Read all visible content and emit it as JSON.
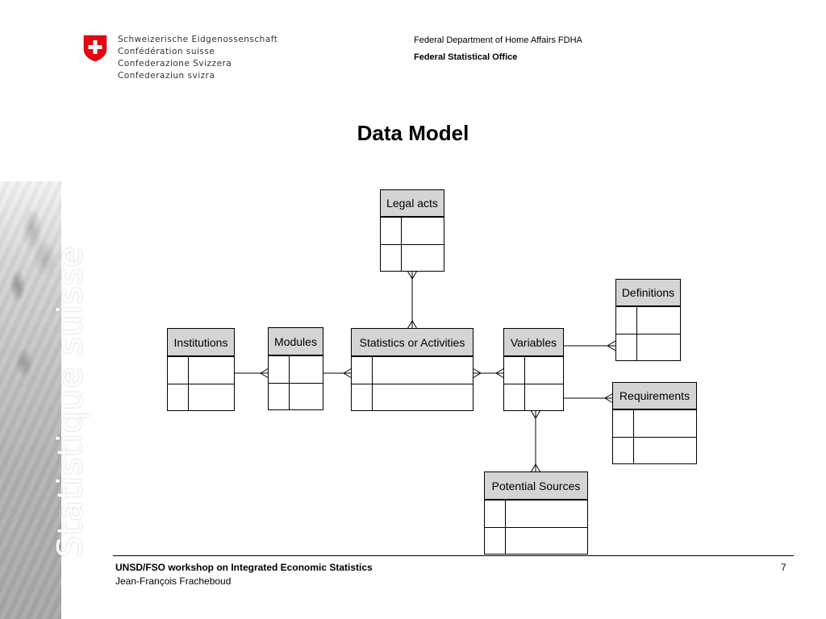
{
  "header": {
    "logo_lines": [
      "Schweizerische Eidgenossenschaft",
      "Confédération suisse",
      "Confederazione Svizzera",
      "Confederaziun svizra"
    ],
    "department": "Federal Department of Home Affairs FDHA",
    "office": "Federal Statistical Office"
  },
  "sidebar": {
    "text": "Statistique suisse"
  },
  "title": "Data Model",
  "entities": {
    "legal_acts": "Legal acts",
    "definitions": "Definitions",
    "institutions": "Institutions",
    "modules": "Modules",
    "statistics": "Statistics or Activities",
    "variables": "Variables",
    "requirements": "Requirements",
    "potential_sources": "Potential Sources"
  },
  "footer": {
    "title": "UNSD/FSO workshop on Integrated Economic Statistics",
    "author": "Jean-François Fracheboud",
    "page": "7"
  },
  "colors": {
    "entity_header": "#d4d4d4",
    "flag_red": "#e30613"
  }
}
